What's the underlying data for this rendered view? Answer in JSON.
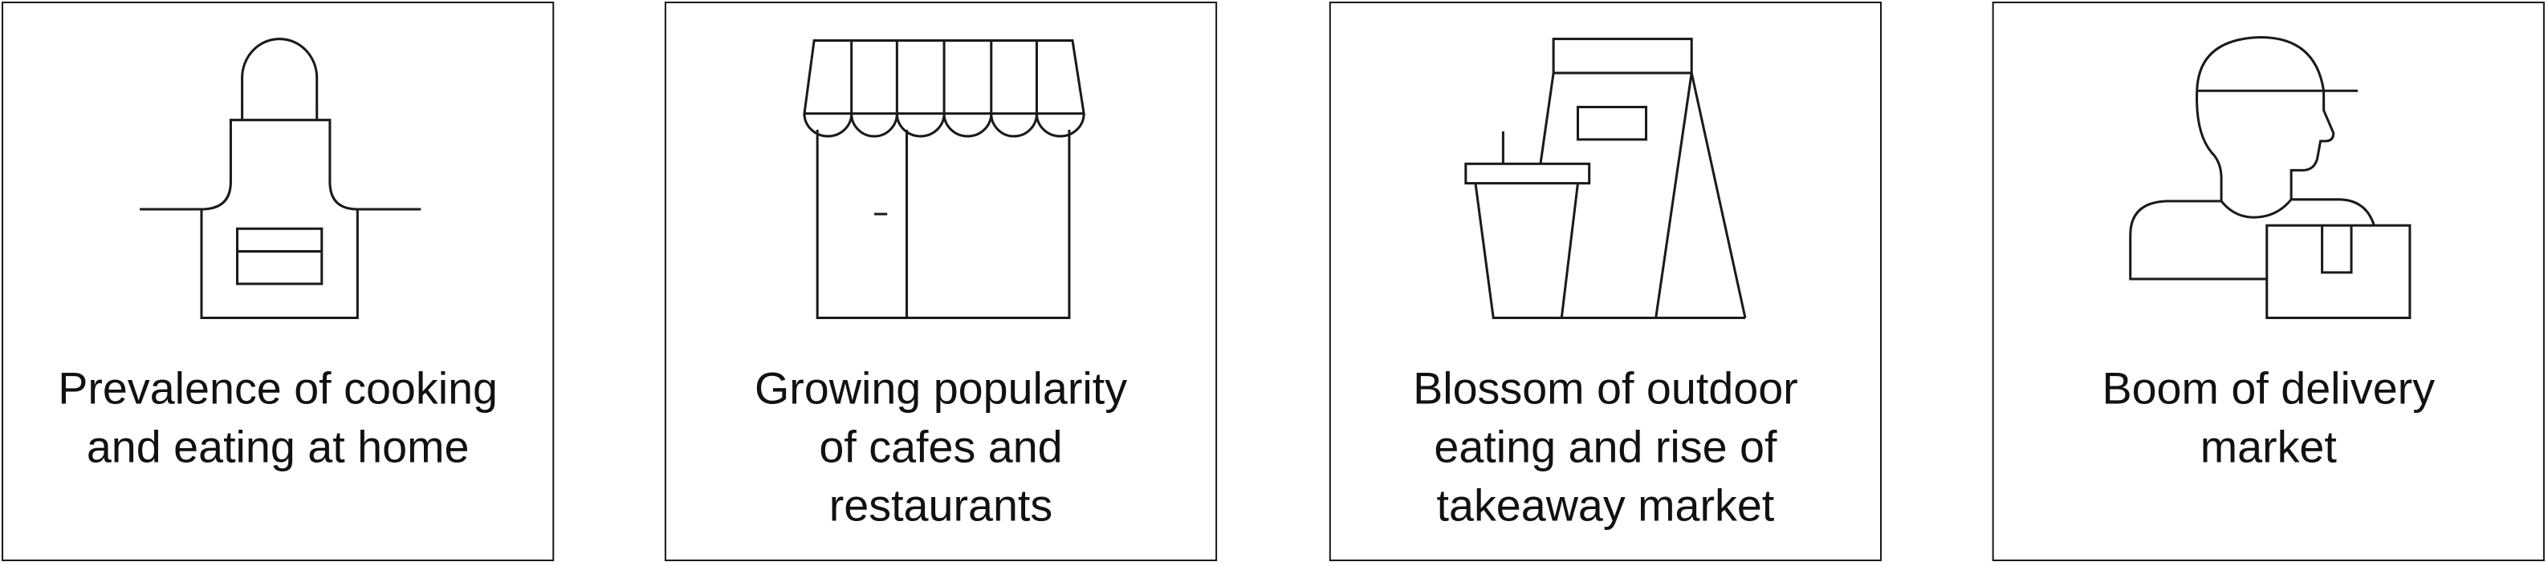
{
  "cards": [
    {
      "icon": "apron-icon",
      "lines": [
        "Prevalence of cooking",
        "and eating at home"
      ]
    },
    {
      "icon": "storefront-icon",
      "lines": [
        "Growing popularity",
        "of cafes and",
        "restaurants"
      ]
    },
    {
      "icon": "takeaway-icon",
      "lines": [
        "Blossom of outdoor",
        "eating and rise of",
        "takeaway market"
      ]
    },
    {
      "icon": "delivery-person-icon",
      "lines": [
        "Boom of delivery",
        "market"
      ]
    }
  ]
}
